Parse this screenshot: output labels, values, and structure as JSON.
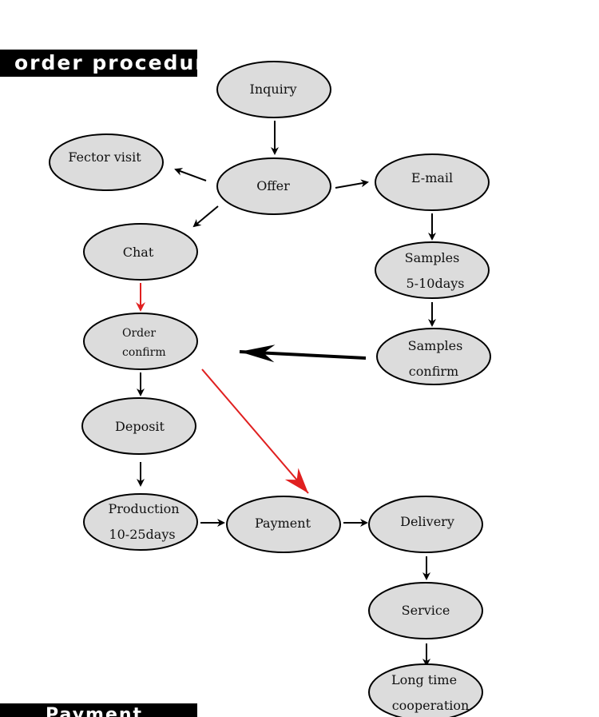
{
  "header": {
    "title": "order procedure"
  },
  "footer": {
    "title": "Payment"
  },
  "nodes": {
    "inquiry": "Inquiry",
    "offer": "Offer",
    "factor_visit": "Fector visit",
    "email": "E-mail",
    "chat": "Chat",
    "samples_line1": "Samples",
    "samples_line2": "5-10days",
    "order_confirm_line1": "Order",
    "order_confirm_line2": "confirm",
    "samples_confirm_line1": "Samples",
    "samples_confirm_line2": "confirm",
    "deposit": "Deposit",
    "production_line1": "Production",
    "production_line2": "10-25days",
    "payment": "Payment",
    "delivery": "Delivery",
    "service": "Service",
    "long_time_line1": "Long time",
    "long_time_line2": "cooperation"
  },
  "colors": {
    "node_fill": "#dcdcdc",
    "arrow": "#000000",
    "highlight_arrow": "#e02020",
    "banner_bg": "#000000"
  }
}
